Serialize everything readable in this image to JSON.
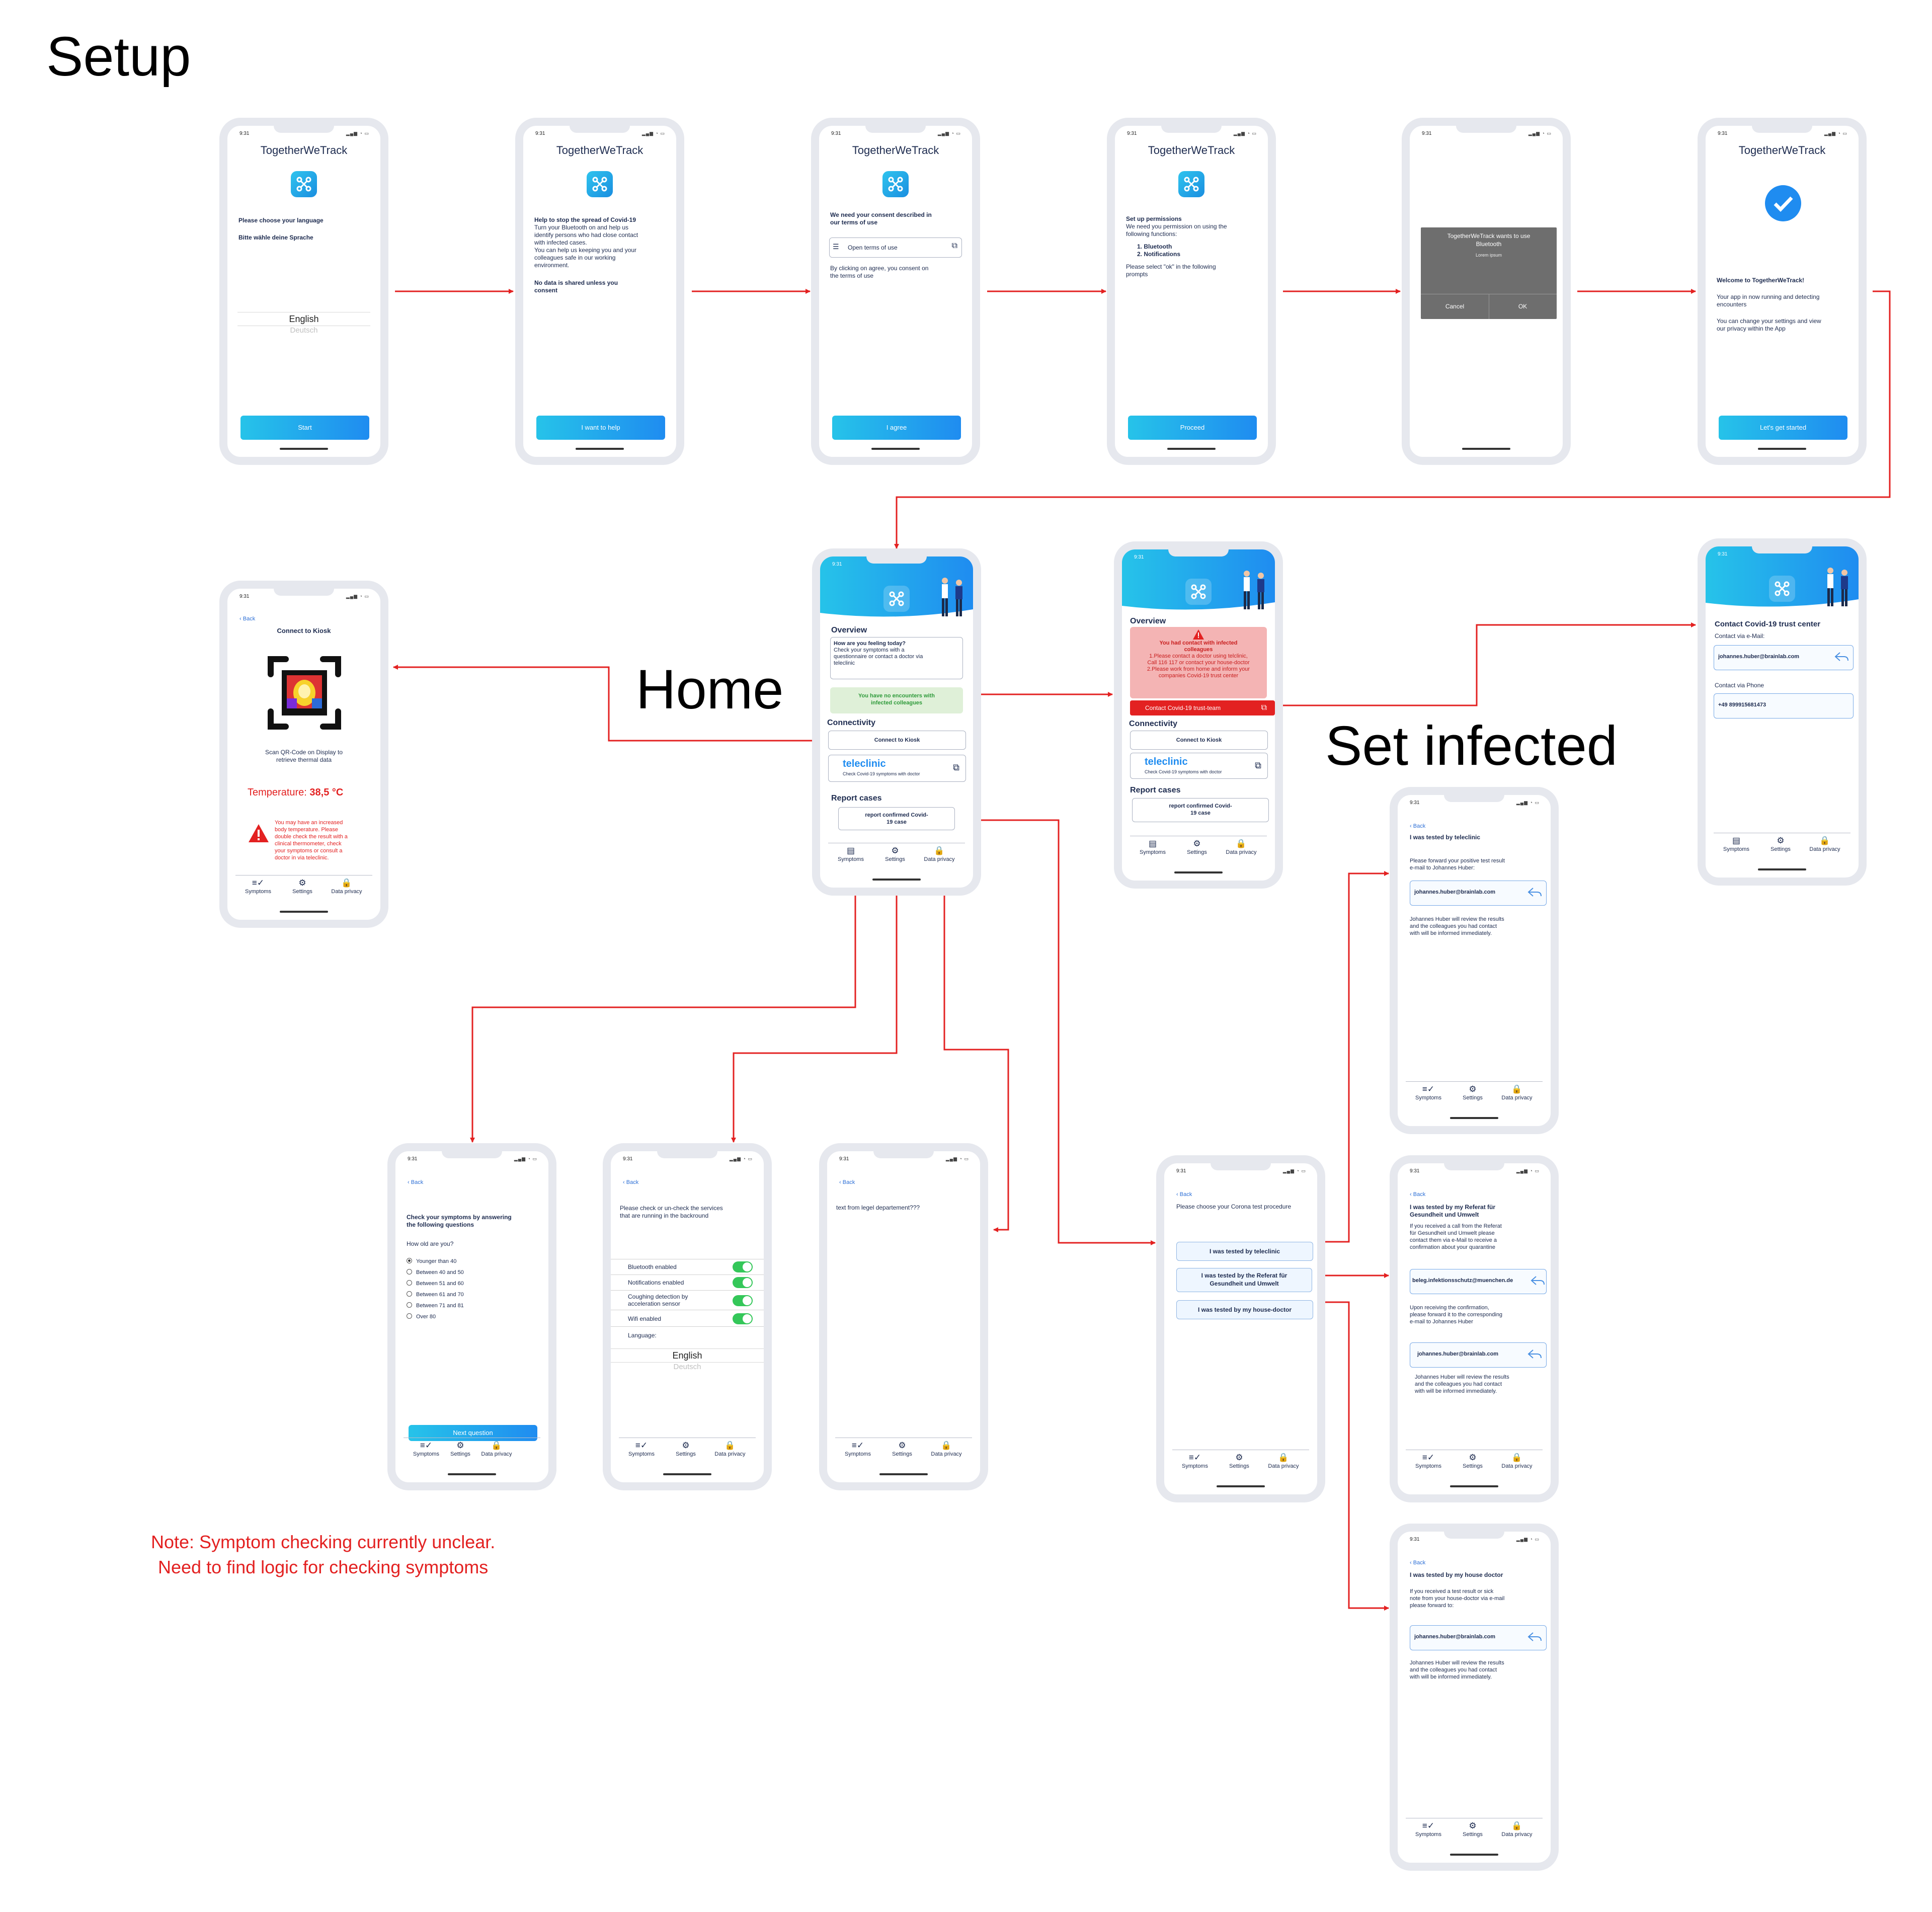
{
  "sections": {
    "setup": "Setup",
    "home": "Home",
    "set_infected": "Set infected"
  },
  "note": {
    "line1": "Note: Symptom checking currently unclear.",
    "line2": "Need to find logic for checking symptoms"
  },
  "common": {
    "time": "9:31",
    "app_name": "TogetherWeTrack",
    "back": "Back"
  },
  "tabs": {
    "symptoms": "Symptoms",
    "settings": "Settings",
    "privacy": "Data privacy"
  },
  "lang_screen": {
    "line1": "Please choose your language",
    "line2": "Bitte wähle deine Sprache",
    "selected": "English",
    "other": "Deutsch",
    "button": "Start"
  },
  "help_screen": {
    "line1": "Help to stop the spread of Covid-19",
    "line2": "Turn your Bluetooth on and help us",
    "line3": "identify persons who had close contact",
    "line4": "with infected cases.",
    "line5": "You can help us keeping you and your",
    "line6": "colleagues safe in our working",
    "line7": "environment.",
    "line8": "No data is shared unless you",
    "line9": "consent",
    "button": "I want to help"
  },
  "consent_screen": {
    "line1": "We need your consent described in",
    "line2": "our terms of use",
    "open_terms": "Open terms of use",
    "line3": "By clicking on agree, you consent on",
    "line4": "the terms of use",
    "button": "I agree"
  },
  "perm_screen": {
    "line1": "Set up permissions",
    "line2": "We need you permission on using the",
    "line3": "following functions:",
    "item1": "1. Bluetooth",
    "item2": "2. Notifications",
    "line4": "Please select \"ok\" in the following",
    "line5": "prompts",
    "button": "Proceed"
  },
  "dialog_screen": {
    "line1": "TogetherWeTrack wants to use",
    "line2": "Bluetooth",
    "line3": "Lorem ipsum",
    "cancel": "Cancel",
    "ok": "OK"
  },
  "welcome_screen": {
    "line1": "Welcome to TogetherWeTrack!",
    "line2": "Your app in now running and detecting",
    "line3": "encounters",
    "line4": "You can change your settings and view",
    "line5": "our privacy within the App",
    "button": "Let's get started"
  },
  "home_screen": {
    "overview": "Overview",
    "feel1": "How are you feeling today?",
    "feel2": "Check your symptoms with a",
    "feel3": "questionnaire or contact a doctor via",
    "feel4": "teleclinic",
    "status1": "You have no encounters with",
    "status2": "infected colleagues",
    "connectivity": "Connectivity",
    "kiosk": "Connect to Kiosk",
    "teleclinic_logo": "teleclinic",
    "teleclinic_sub": "Check Covid-19 symptoms with doctor",
    "report": "Report cases",
    "report_btn1": "report confirmed Covid-",
    "report_btn2": "19 case"
  },
  "infected_home": {
    "overview": "Overview",
    "alert1": "You had contact with infected",
    "alert2": "colleagues",
    "alert3": "1.Please contact a doctor using telclinic,",
    "alert4": "Call 116 117 or contact your house-doctor",
    "alert5": "2.Please work from home and inform your",
    "alert6": "companies  Covid-19 trust center",
    "trust_btn": "Contact Covid-19 trust-team",
    "connectivity": "Connectivity",
    "kiosk": "Connect to Kiosk",
    "teleclinic_logo": "teleclinic",
    "teleclinic_sub": "Check Covid-19 symptoms with doctor",
    "report": "Report cases",
    "report_btn1": "report confirmed Covid-",
    "report_btn2": "19 case"
  },
  "trust_screen": {
    "title": "Contact Covid-19 trust center",
    "email_label": "Contact via e-Mail:",
    "email": "johannes.huber@brainlab.com",
    "phone_label": "Contact via Phone",
    "phone": "+49 899915681473"
  },
  "kiosk_screen": {
    "title": "Connect  to Kiosk",
    "scan1": "Scan QR-Code on Display to",
    "scan2": "retrieve thermal data",
    "temp_label": "Temperature:",
    "temp_value": "38,5 °C",
    "warn1": "You may have an increased",
    "warn2": "body temperature. Please",
    "warn3": "double check the result with a",
    "warn4": "clinical thermometer, check",
    "warn5": "your symptoms or consult a",
    "warn6": "doctor in via teleclinic."
  },
  "symptoms_screen": {
    "title1": "Check your symptoms by answering",
    "title2": "the following questions",
    "question": "How old are you?",
    "options": [
      "Younger than 40",
      "Between 40 and 50",
      "Between 51 and 60",
      "Between 61 and 70",
      "Between 71 and 81",
      "Over 80"
    ],
    "button": "Next question"
  },
  "settings_screen": {
    "intro1": "Please check or un-check the services",
    "intro2": "that are running in the backround",
    "bluetooth": "Bluetooth enabled",
    "notifications": "Notifications enabled",
    "cough1": "Coughing detection by",
    "cough2": "acceleration sensor",
    "wifi": "Wifi enabled",
    "language": "Language:",
    "selected": "English",
    "other": "Deutsch"
  },
  "privacy_screen": {
    "text": "text from legel departement???"
  },
  "procedure_screen": {
    "title": "Please choose your Corona test procedure",
    "opt1": "I was tested by teleclinic",
    "opt2a": "I was tested by the Referat für",
    "opt2b": "Gesundheit und Umwelt",
    "opt3": "I was tested by my house-doctor"
  },
  "tele_result": {
    "title": "I was tested by teleclinic",
    "line1": "Please forward your positive test result",
    "line2": "e-mail to Johannes Huber:",
    "email": "johannes.huber@brainlab.com",
    "line3": "Johannes Huber will review the results",
    "line4": "and the colleagues you had contact",
    "line5": "with will be informed immediately."
  },
  "referat_result": {
    "title1": "I was tested by my  Referat für",
    "title2": "Gesundheit und Umwelt",
    "line1": "If you received a call from the Referat",
    "line2": "für  Gesundheit und Umwelt please",
    "line3": "contact them via e-Mail to receive a",
    "line4": "confirmation about your quarantine",
    "email1": "beleg.infektionsschutz@muenchen.de",
    "line5": "Upon receiving the confirmation,",
    "line6": "please forward it to the corresponding",
    "line7": "e-mail to Johannes Huber",
    "email2": "johannes.huber@brainlab.com",
    "line8": "Johannes Huber will review the results",
    "line9": "and the colleagues you had contact",
    "line10": "with will be informed immediately."
  },
  "doctor_result": {
    "title": "I was tested by my house doctor",
    "line1": "If you received a test result or sick",
    "line2": "note from your house-doctor via e-mail",
    "line3": "please forward to:",
    "email": "johannes.huber@brainlab.com",
    "line4": "Johannes Huber will review the results",
    "line5": "and the colleagues you had contact",
    "line6": "with will be informed immediately."
  },
  "colors": {
    "arrow": "#e32121",
    "accent": "#1f8cf0",
    "gradient_start": "#26c3e9",
    "success_bg": "#dff0d8",
    "alert_bg": "#f4b4b4",
    "alert_button": "#e32121"
  }
}
